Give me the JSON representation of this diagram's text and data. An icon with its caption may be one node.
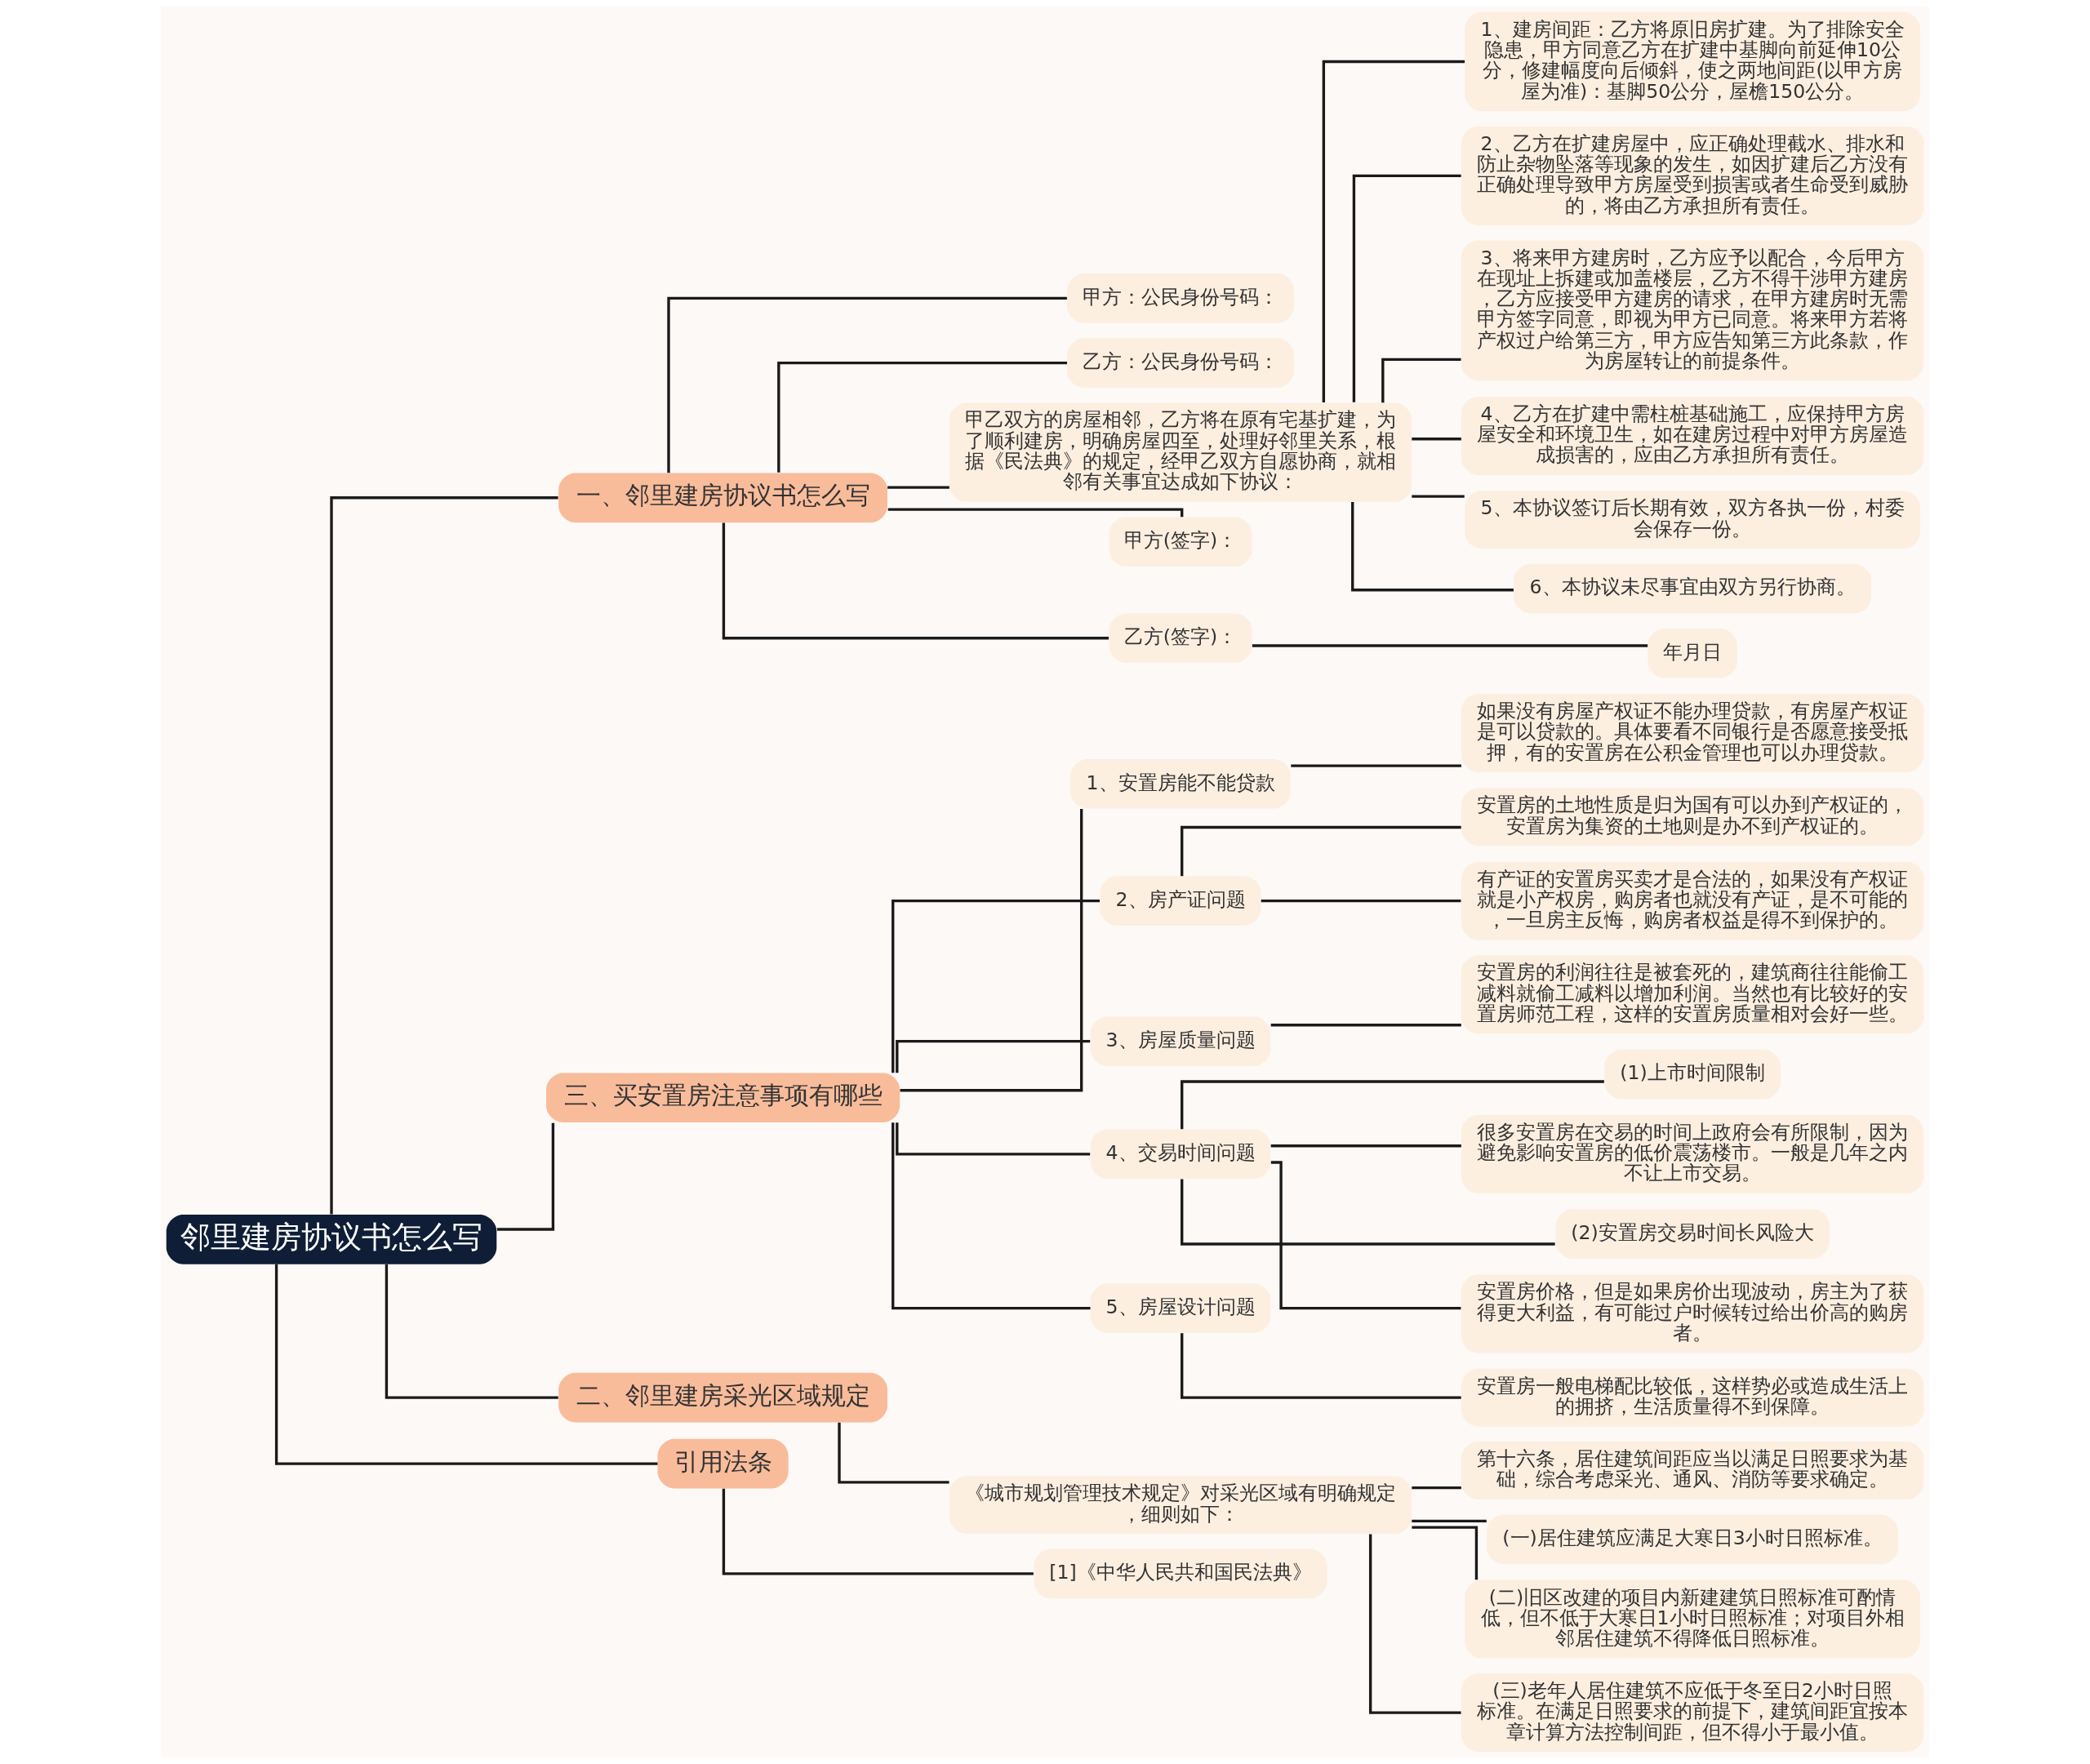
{
  "diagram": {
    "nodes": [
      {
        "text": [
          "邻里建房协议书怎么写"
        ]
      },
      {
        "text": [
          "一、邻里建房协议书怎么写"
        ]
      },
      {
        "text": [
          "甲方：公民身份号码："
        ]
      },
      {
        "text": [
          "乙方：公民身份号码："
        ]
      },
      {
        "text": [
          "甲乙双方的房屋相邻，乙方将在原有宅基扩建，为了顺利建房，明确房屋四至，处理好邻里关系，根据《民法典》的规定，经甲乙双方自愿协商，就相邻有关事宜达成如下协议："
        ]
      },
      {
        "text": [
          "1、建房间距：乙方将原旧房扩建。为了排除安全隐患，甲方同意乙方在扩建中基脚向前延伸10公分，修建幅度向后倾斜，使之两地间距(以甲方房屋为准)：基脚50公分，屋檐150公分。"
        ]
      },
      {
        "text": [
          "2、乙方在扩建房屋中，应正确处理截水、排水和防止杂物坠落等现象的发生，如因扩建后乙方没有正确处理导致甲方房屋受到损害或者生命受到威胁的，将由乙方承担所有责任。"
        ]
      },
      {
        "text": [
          "3、将来甲方建房时，乙方应予以配合，今后甲方在现址上拆建或加盖楼层，乙方不得干涉甲方建房，乙方应接受甲方建房的请求，在甲方建房时无需甲方签字同意，即视为甲方已同意。将来甲方若将产权过户给第三方，甲方应告知第三方此条款，作为房屋转让的前提条件。"
        ]
      },
      {
        "text": [
          "4、乙方在扩建中需柱桩基础施工，应保持甲方房屋安全和环境卫生，如在建房过程中对甲方房屋造成损害的，应由乙方承担所有责任。"
        ]
      },
      {
        "text": [
          "5、本协议签订后长期有效，双方各执一份，村委会保存一份。"
        ]
      },
      {
        "text": [
          "6、本协议未尽事宜由双方另行协商。"
        ]
      },
      {
        "text": [
          "甲方(签字)："
        ]
      },
      {
        "text": [
          "乙方(签字)："
        ]
      },
      {
        "text": [
          "年月日"
        ]
      },
      {
        "text": [
          "三、买安置房注意事项有哪些"
        ]
      },
      {
        "text": [
          "1、安置房能不能贷款"
        ]
      },
      {
        "text": [
          "如果没有房屋产权证不能办理贷款，有房屋产权证是可以贷款的。具体要看不同银行是否愿意接受抵押，有的安置房在公积金管理也可以办理贷款。"
        ]
      },
      {
        "text": [
          "2、房产证问题"
        ]
      },
      {
        "text": [
          "安置房的土地性质是归为国有可以办到产权证的，安置房为集资的土地则是办不到产权证的。"
        ]
      },
      {
        "text": [
          "有产证的安置房买卖才是合法的，如果没有产权证就是小产权房，购房者也就没有产证，是不可能的，一旦房主反悔，购房者权益是得不到保护的。"
        ]
      },
      {
        "text": [
          "3、房屋质量问题"
        ]
      },
      {
        "text": [
          "安置房的利润往往是被套死的，建筑商往往能偷工减料就偷工减料以增加利润。当然也有比较好的安置房师范工程，这样的安置房质量相对会好一些。"
        ]
      },
      {
        "text": [
          "4、交易时间问题"
        ]
      },
      {
        "text": [
          "(1)上市时间限制"
        ]
      },
      {
        "text": [
          "很多安置房在交易的时间上政府会有所限制，因为避免影响安置房的低价震荡楼市。一般是几年之内不让上市交易。"
        ]
      },
      {
        "text": [
          "(2)安置房交易时间长风险大"
        ]
      },
      {
        "text": [
          "安置房价格，但是如果房价出现波动，房主为了获得更大利益，有可能过户时候转过给出价高的购房者。"
        ]
      },
      {
        "text": [
          "5、房屋设计问题"
        ]
      },
      {
        "text": [
          "安置房一般电梯配比较低，这样势必或造成生活上的拥挤，生活质量得不到保障。"
        ]
      },
      {
        "text": [
          "二、邻里建房采光区域规定"
        ]
      },
      {
        "text": [
          "《城市规划管理技术规定》对采光区域有明确规定，细则如下："
        ]
      },
      {
        "text": [
          "第十六条，居住建筑间距应当以满足日照要求为基础，综合考虑采光、通风、消防等要求确定。"
        ]
      },
      {
        "text": [
          "(一)居住建筑应满足大寒日3小时日照标准。"
        ]
      },
      {
        "text": [
          "(二)旧区改建的项目内新建建筑日照标准可酌情低，但不低于大寒日1小时日照标准；对项目外相邻居住建筑不得降低日照标准。"
        ]
      },
      {
        "text": [
          "(三)老年人居住建筑不应低于冬至日2小时日照标准。在满足日照要求的前提下，建筑间距宜按本章计算方法控制间距，但不得小于最小值。"
        ]
      },
      {
        "text": [
          "引用法条"
        ]
      },
      {
        "text": [
          "[1]《中华人民共和国民法典》"
        ]
      }
    ],
    "edges": [
      {
        "from": 0,
        "to": 1,
        "arrow": "none"
      },
      {
        "from": 1,
        "to": 2,
        "arrow": "none"
      },
      {
        "from": 1,
        "to": 3,
        "arrow": "none"
      },
      {
        "from": 1,
        "to": 4,
        "arrow": "none"
      },
      {
        "from": 4,
        "to": 5,
        "arrow": "none"
      },
      {
        "from": 4,
        "to": 6,
        "arrow": "none"
      },
      {
        "from": 4,
        "to": 7,
        "arrow": "none"
      },
      {
        "from": 4,
        "to": 8,
        "arrow": "none"
      },
      {
        "from": 4,
        "to": 9,
        "arrow": "none"
      },
      {
        "from": 4,
        "to": 10,
        "arrow": "none"
      },
      {
        "from": 1,
        "to": 11,
        "arrow": "none"
      },
      {
        "from": 1,
        "to": 12,
        "arrow": "none"
      },
      {
        "from": 12,
        "to": 13,
        "arrow": "none"
      },
      {
        "from": 0,
        "to": 14,
        "arrow": "none"
      },
      {
        "from": 14,
        "to": 15,
        "arrow": "none"
      },
      {
        "from": 15,
        "to": 16,
        "arrow": "none"
      },
      {
        "from": 14,
        "to": 17,
        "arrow": "none"
      },
      {
        "from": 17,
        "to": 18,
        "arrow": "none"
      },
      {
        "from": 17,
        "to": 19,
        "arrow": "none"
      },
      {
        "from": 14,
        "to": 20,
        "arrow": "none"
      },
      {
        "from": 20,
        "to": 21,
        "arrow": "none"
      },
      {
        "from": 14,
        "to": 22,
        "arrow": "none"
      },
      {
        "from": 22,
        "to": 23,
        "arrow": "none"
      },
      {
        "from": 22,
        "to": 24,
        "arrow": "none"
      },
      {
        "from": 22,
        "to": 25,
        "arrow": "none"
      },
      {
        "from": 22,
        "to": 26,
        "arrow": "none"
      },
      {
        "from": 14,
        "to": 27,
        "arrow": "none"
      },
      {
        "from": 27,
        "to": 28,
        "arrow": "none"
      },
      {
        "from": 0,
        "to": 29,
        "arrow": "none"
      },
      {
        "from": 29,
        "to": 30,
        "arrow": "none"
      },
      {
        "from": 30,
        "to": 31,
        "arrow": "none"
      },
      {
        "from": 30,
        "to": 32,
        "arrow": "none"
      },
      {
        "from": 30,
        "to": 33,
        "arrow": "none"
      },
      {
        "from": 30,
        "to": 34,
        "arrow": "none"
      },
      {
        "from": 0,
        "to": 35,
        "arrow": "none"
      },
      {
        "from": 35,
        "to": 36,
        "arrow": "none"
      }
    ]
  }
}
